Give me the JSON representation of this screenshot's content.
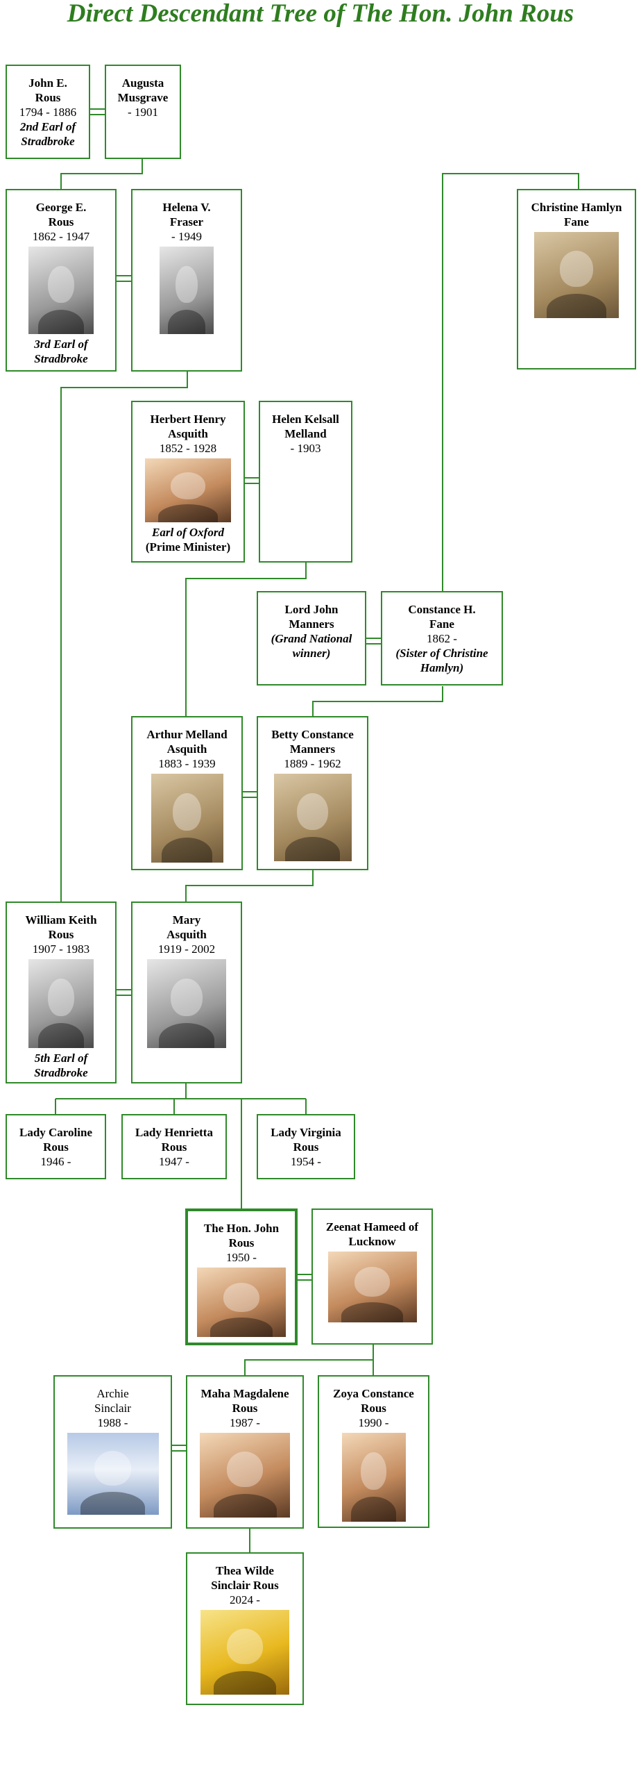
{
  "title": "Direct Descendant Tree of The Hon. John Rous",
  "people": {
    "john_e_rous": {
      "name": [
        "John E.",
        "Rous"
      ],
      "dates": "1794 - 1886",
      "title": [
        "2nd Earl of",
        "Stradbroke"
      ]
    },
    "augusta_musgrave": {
      "name": [
        "Augusta",
        "Musgrave"
      ],
      "dates": "- 1901"
    },
    "george_e_rous": {
      "name": [
        "George E.",
        "Rous"
      ],
      "dates": "1862 - 1947",
      "title": [
        "3rd Earl of",
        "Stradbroke"
      ]
    },
    "helena_fraser": {
      "name": [
        "Helena V.",
        "Fraser"
      ],
      "dates": "- 1949"
    },
    "christine_fane": {
      "name": [
        "Christine Hamlyn",
        "Fane"
      ]
    },
    "herbert_asquith": {
      "name": [
        "Herbert Henry",
        "Asquith"
      ],
      "dates": "1852 - 1928",
      "title": [
        "Earl of Oxford"
      ],
      "note": "(Prime Minister)"
    },
    "helen_melland": {
      "name": [
        "Helen Kelsall",
        "Melland"
      ],
      "dates": "- 1903"
    },
    "lord_john_manners": {
      "name": [
        "Lord John",
        "Manners"
      ],
      "title": [
        "(Grand National",
        "winner)"
      ]
    },
    "constance_fane": {
      "name": [
        "Constance H.",
        "Fane"
      ],
      "dates": "1862 -",
      "title": [
        "(Sister of Christine",
        "Hamlyn)"
      ]
    },
    "arthur_asquith": {
      "name": [
        "Arthur Melland",
        "Asquith"
      ],
      "dates": "1883 - 1939"
    },
    "betty_manners": {
      "name": [
        "Betty Constance",
        "Manners"
      ],
      "dates": "1889 - 1962"
    },
    "william_rous": {
      "name": [
        "William Keith",
        "Rous"
      ],
      "dates": "1907 - 1983",
      "title": [
        "5th Earl of",
        "Stradbroke"
      ]
    },
    "mary_asquith": {
      "name": [
        "Mary",
        "Asquith"
      ],
      "dates": "1919 - 2002"
    },
    "caroline_rous": {
      "name": [
        "Lady Caroline",
        "Rous"
      ],
      "dates": "1946 -"
    },
    "henrietta_rous": {
      "name": [
        "Lady Henrietta",
        "Rous"
      ],
      "dates": "1947 -"
    },
    "virginia_rous": {
      "name": [
        "Lady Virginia",
        "Rous"
      ],
      "dates": "1954 -"
    },
    "john_rous": {
      "name": [
        "The Hon. John",
        "Rous"
      ],
      "dates": "1950 -"
    },
    "zeenat_hameed": {
      "name": [
        "Zeenat Hameed of",
        "Lucknow"
      ]
    },
    "archie_sinclair": {
      "name": [
        "Archie",
        "Sinclair"
      ],
      "dates": "1988 -"
    },
    "maha_rous": {
      "name": [
        "Maha Magdalene",
        "Rous"
      ],
      "dates": "1987 -"
    },
    "zoya_rous": {
      "name": [
        "Zoya Constance",
        "Rous"
      ],
      "dates": "1990 -"
    },
    "thea_rous": {
      "name": [
        "Thea Wilde",
        "Sinclair Rous"
      ],
      "dates": "2024 -"
    }
  },
  "colors": {
    "accent": "#2e7d1f",
    "border": "#2f8a2a"
  }
}
